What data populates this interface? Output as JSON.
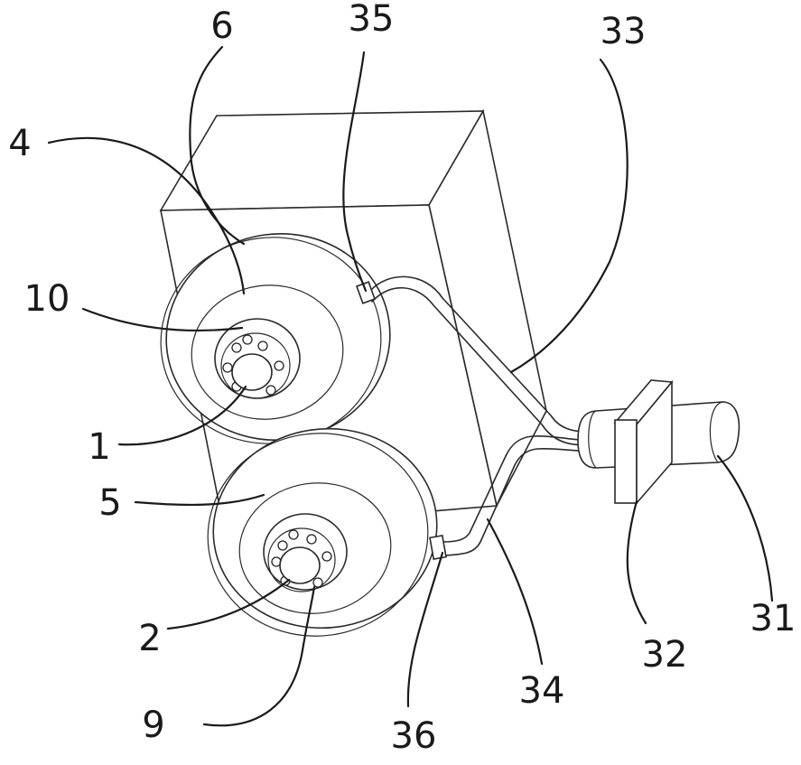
{
  "figure": {
    "labels": {
      "l1": "1",
      "l2": "2",
      "l4": "4",
      "l5": "5",
      "l6": "6",
      "l9": "9",
      "l10": "10",
      "l31": "31",
      "l32": "32",
      "l33": "33",
      "l34": "34",
      "l35": "35",
      "l36": "36"
    }
  }
}
